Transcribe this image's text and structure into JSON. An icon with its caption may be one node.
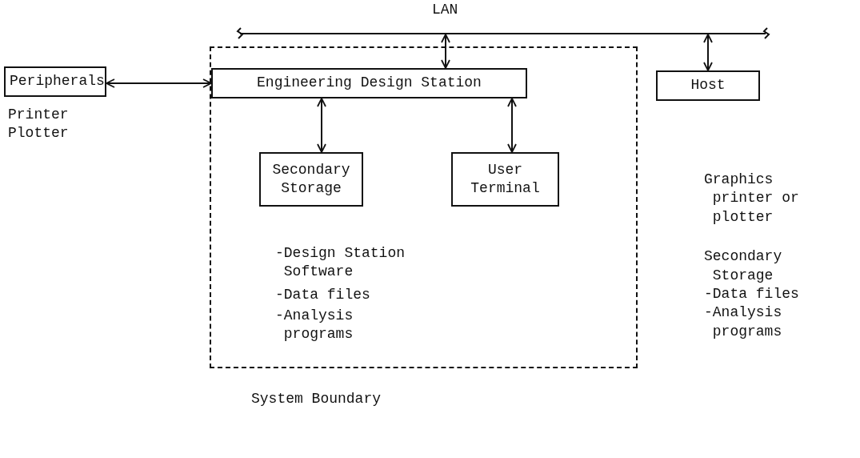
{
  "diagram": {
    "nodes": [
      {
        "text": [
          "LAN"
        ]
      },
      {
        "text": [
          "-Design Station Software",
          "-Data files",
          "-Analysis programs",
          "System Boundary"
        ]
      },
      {
        "text": [
          "Peripherals"
        ],
        "beside": [
          "Printer",
          "Plotter"
        ]
      },
      {
        "text": [
          "Engineering Design Station"
        ],
        "in": 1
      },
      {
        "text": [
          "Secondary Storage"
        ],
        "in": 1
      },
      {
        "text": [
          "User Terminal"
        ],
        "in": 1
      },
      {
        "text": [
          "Host"
        ],
        "beside": [
          "Graphics printer or plotter",
          "Secondary Storage",
          "-Data files",
          "-Analysis programs"
        ]
      }
    ],
    "edges": [
      {
        "from": 2,
        "to": 3,
        "arrow": "both"
      },
      {
        "from": 0,
        "to": 3,
        "arrow": "both"
      },
      {
        "from": 0,
        "to": 6,
        "arrow": "both"
      },
      {
        "from": 3,
        "to": 4,
        "arrow": "both"
      },
      {
        "from": 3,
        "to": 5,
        "arrow": "both"
      }
    ]
  }
}
